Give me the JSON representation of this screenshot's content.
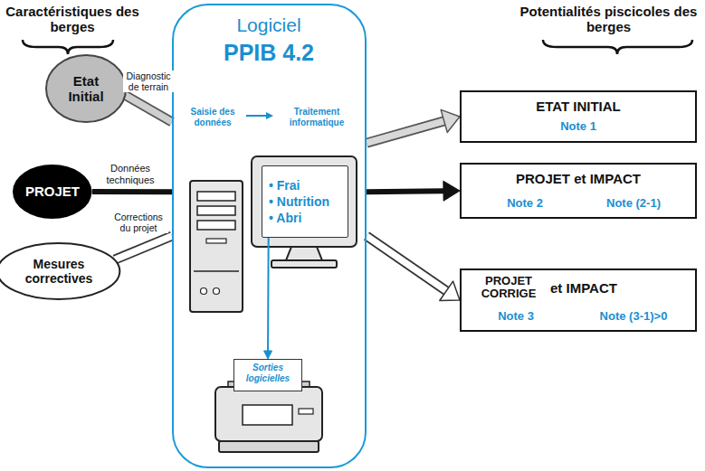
{
  "diagram": {
    "nodes": [
      {
        "text": [
          "Etat Initial"
        ]
      },
      {
        "text": [
          "PROJET"
        ]
      },
      {
        "text": [
          "Mesures correctives"
        ]
      },
      {
        "text": [
          "Logiciel",
          "PPIB 4.2"
        ]
      },
      {
        "text": [
          "• Frai",
          "• Nutrition",
          "• Abri"
        ],
        "in": 3
      },
      {
        "text": [
          "Sorties logicielles"
        ],
        "in": 3
      },
      {
        "text": [
          "ETAT INITIAL",
          "Note 1"
        ]
      },
      {
        "text": [
          "PROJET et IMPACT",
          "Note 2",
          "Note (2-1)"
        ]
      },
      {
        "text": [
          "PROJET CORRIGE",
          "et IMPACT",
          "Note 3",
          "Note (3-1)>0"
        ]
      }
    ],
    "edges": [
      {
        "from": 0,
        "to": 3,
        "label": "Diagnostic de terrain",
        "arrow": "none"
      },
      {
        "from": 1,
        "to": 3,
        "label": "Données techniques",
        "arrow": "none"
      },
      {
        "from": 2,
        "to": 3,
        "label": "Corrections du projet",
        "arrow": "none"
      },
      {
        "from": 3,
        "to": 6,
        "arrow": "to"
      },
      {
        "from": 3,
        "to": 7,
        "arrow": "to"
      },
      {
        "from": 3,
        "to": 8,
        "arrow": "to"
      },
      {
        "from": 4,
        "to": 5,
        "arrow": "to"
      }
    ],
    "labels": [
      "Caractéristiques des berges",
      "Potentialités piscicoles des berges",
      "Saisie des données",
      "Traitement informatique"
    ]
  }
}
